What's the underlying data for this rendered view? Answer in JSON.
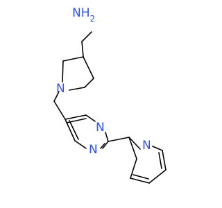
{
  "molecule": {
    "atom_labels": {
      "amine": "NH",
      "amine_sub": "2",
      "pyrrolidine_n": "N",
      "pyrimidine_n_top": "N",
      "pyrimidine_n_bottom": "N",
      "pyridine_n": "N"
    },
    "colors": {
      "bond": "#000000",
      "nitrogen": "#3050f8",
      "background": "#ffffff"
    }
  }
}
